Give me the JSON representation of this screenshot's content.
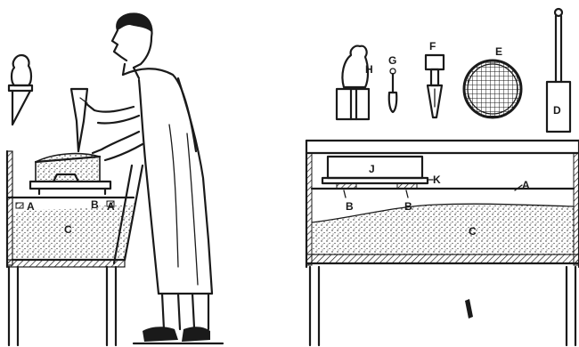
{
  "labels": {
    "left_A1": "A",
    "left_A2": "A",
    "left_B": "B",
    "left_C": "C",
    "right_A": "A",
    "right_B1": "B",
    "right_B2": "B",
    "right_C": "C",
    "right_J": "J",
    "right_K": "K",
    "tool_H": "H",
    "tool_G": "G",
    "tool_F": "F",
    "tool_E": "E",
    "tool_D": "D"
  },
  "colors": {
    "ink": "#1a1a1a",
    "paper": "#ffffff"
  }
}
